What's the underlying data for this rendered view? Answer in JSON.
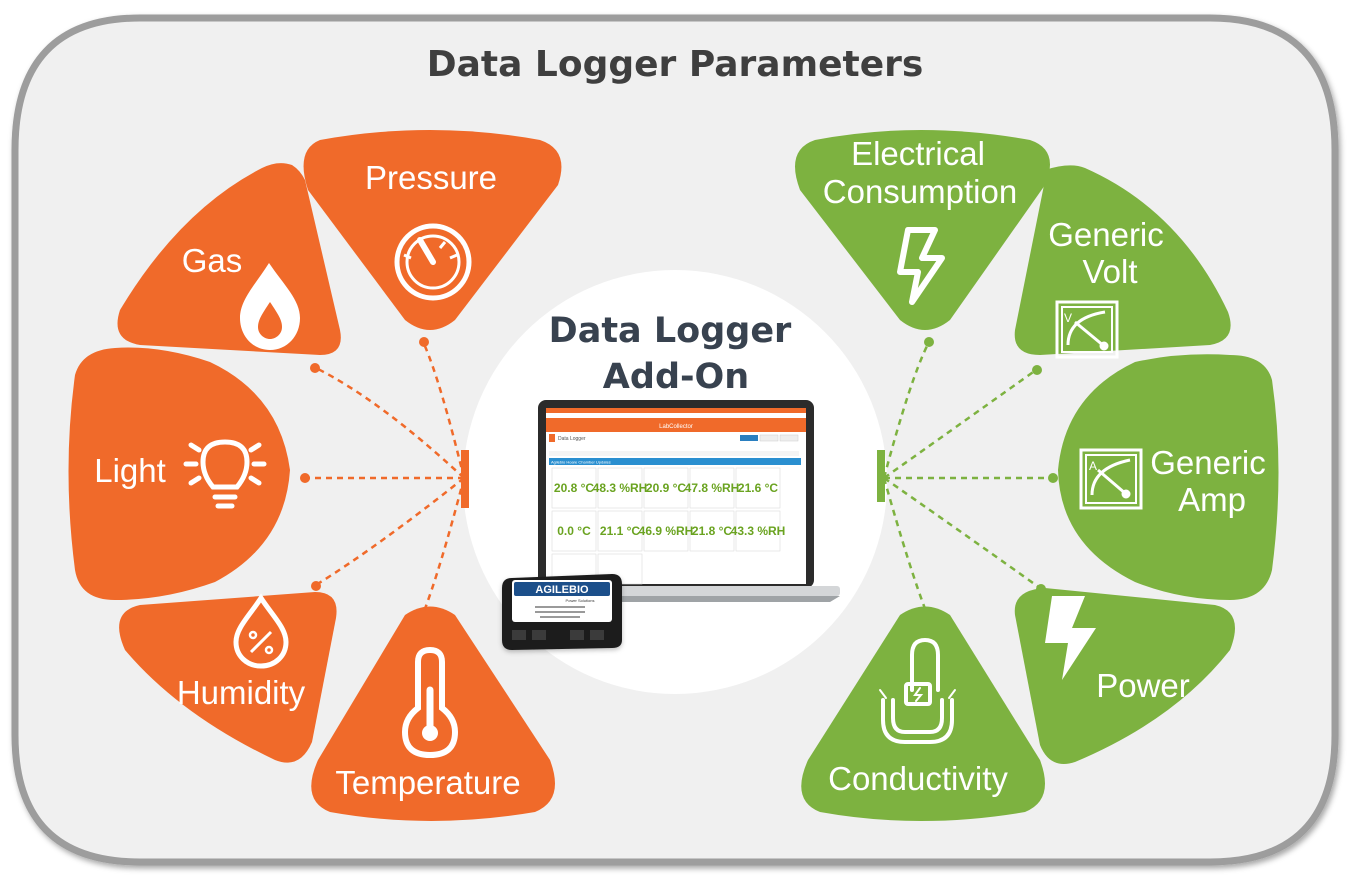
{
  "title": "Data Logger Parameters",
  "center": {
    "title_line1": "Data Logger",
    "title_line2": "Add-On",
    "app_name": "LabCollector",
    "screen_heading": "Data Logger",
    "screen_banner": "Agilebio Hoare Chamber Updates",
    "readings": [
      "20.8 °C",
      "48.3 %RH",
      "20.9 °C",
      "47.8 %RH",
      "21.6 °C",
      "0.0 °C",
      "21.1 °C",
      "46.9 %RH",
      "21.8 °C",
      "43.3 %RH"
    ],
    "device_brand": "AGILEBIO",
    "device_sub": "Power Solutions"
  },
  "left_parameters": [
    {
      "label": "Pressure",
      "icon": "gauge-icon"
    },
    {
      "label": "Gas",
      "icon": "flame-icon"
    },
    {
      "label": "Light",
      "icon": "lightbulb-icon"
    },
    {
      "label": "Humidity",
      "icon": "humidity-drop-icon"
    },
    {
      "label": "Temperature",
      "icon": "thermometer-icon"
    }
  ],
  "right_parameters": [
    {
      "label_line1": "Electrical",
      "label_line2": "Consumption",
      "icon": "lightning-icon"
    },
    {
      "label_line1": "Generic",
      "label_line2": "Volt",
      "icon": "voltmeter-icon"
    },
    {
      "label_line1": "Generic",
      "label_line2": "Amp",
      "icon": "ammeter-icon"
    },
    {
      "label_line1": "Power",
      "label_line2": "",
      "icon": "power-bolt-icon"
    },
    {
      "label_line1": "Conductivity",
      "label_line2": "",
      "icon": "conductivity-icon"
    }
  ],
  "colors": {
    "orange": "#f06a2a",
    "green": "#7db240",
    "frame_bg": "#f0f0f0",
    "frame_border": "#9a9a9a",
    "title_text": "#3f3f3f",
    "center_title": "#38424f"
  }
}
